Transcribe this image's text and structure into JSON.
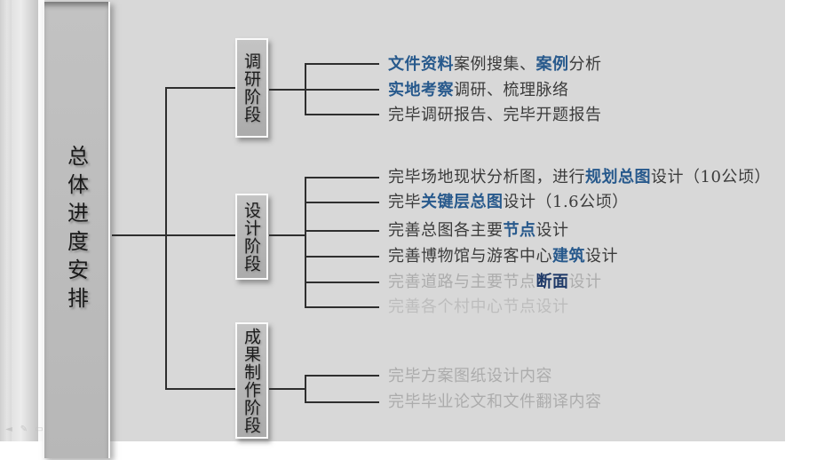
{
  "slide": {
    "sidebar_title": "总体进度安排",
    "colors": {
      "slide_bg": "#d8d8d8",
      "line": "#2e2e2e",
      "blue": "#27598c",
      "navy": "#1f3a68",
      "dark": "#3b3b3b",
      "muted": "#acacac",
      "faded": "#bdbdbd"
    },
    "stages": [
      {
        "label": "调研阶段",
        "items": [
          {
            "segments": [
              {
                "t": "文件资料",
                "s": "blue"
              },
              {
                "t": "案例搜集、",
                "s": "dark"
              },
              {
                "t": "案例",
                "s": "blue"
              },
              {
                "t": "分析",
                "s": "dark"
              }
            ]
          },
          {
            "segments": [
              {
                "t": "实地考察",
                "s": "blue"
              },
              {
                "t": "调研、梳理脉络",
                "s": "dark"
              }
            ]
          },
          {
            "segments": [
              {
                "t": "完毕调研报告、完毕开题报告",
                "s": "dark"
              }
            ]
          }
        ]
      },
      {
        "label": "设计阶段",
        "items": [
          {
            "segments": [
              {
                "t": "完毕场地现状分析图，进行",
                "s": "dark"
              },
              {
                "t": "规划总图",
                "s": "blue"
              },
              {
                "t": "设计（10公顷）",
                "s": "dark"
              }
            ]
          },
          {
            "segments": [
              {
                "t": "完毕",
                "s": "dark"
              },
              {
                "t": "关键层总图",
                "s": "blue"
              },
              {
                "t": "设计（1.6公顷）",
                "s": "dark"
              }
            ]
          },
          {
            "segments": [
              {
                "t": "完善总图各主要",
                "s": "dark"
              },
              {
                "t": "节点",
                "s": "blue"
              },
              {
                "t": "设计",
                "s": "dark"
              }
            ]
          },
          {
            "segments": [
              {
                "t": "完善博物馆与游客中心",
                "s": "dark"
              },
              {
                "t": "建筑",
                "s": "blue"
              },
              {
                "t": "设计",
                "s": "dark"
              }
            ]
          },
          {
            "segments": [
              {
                "t": "完善道路与主要节点",
                "s": "muted"
              },
              {
                "t": "断面",
                "s": "navy"
              },
              {
                "t": "设计",
                "s": "muted"
              }
            ]
          },
          {
            "segments": [
              {
                "t": "完善各个村中心节点设计",
                "s": "faded"
              }
            ]
          }
        ]
      },
      {
        "label": "成果制作阶段",
        "items": [
          {
            "segments": [
              {
                "t": "完毕方案图纸设计内容",
                "s": "muted"
              }
            ]
          },
          {
            "segments": [
              {
                "t": "完毕毕业论文和文件翻译内容",
                "s": "muted"
              }
            ]
          }
        ]
      }
    ],
    "nav": {
      "back_glyph": "◄",
      "pen_glyph": "✎",
      "frame_glyph": "▭"
    }
  }
}
